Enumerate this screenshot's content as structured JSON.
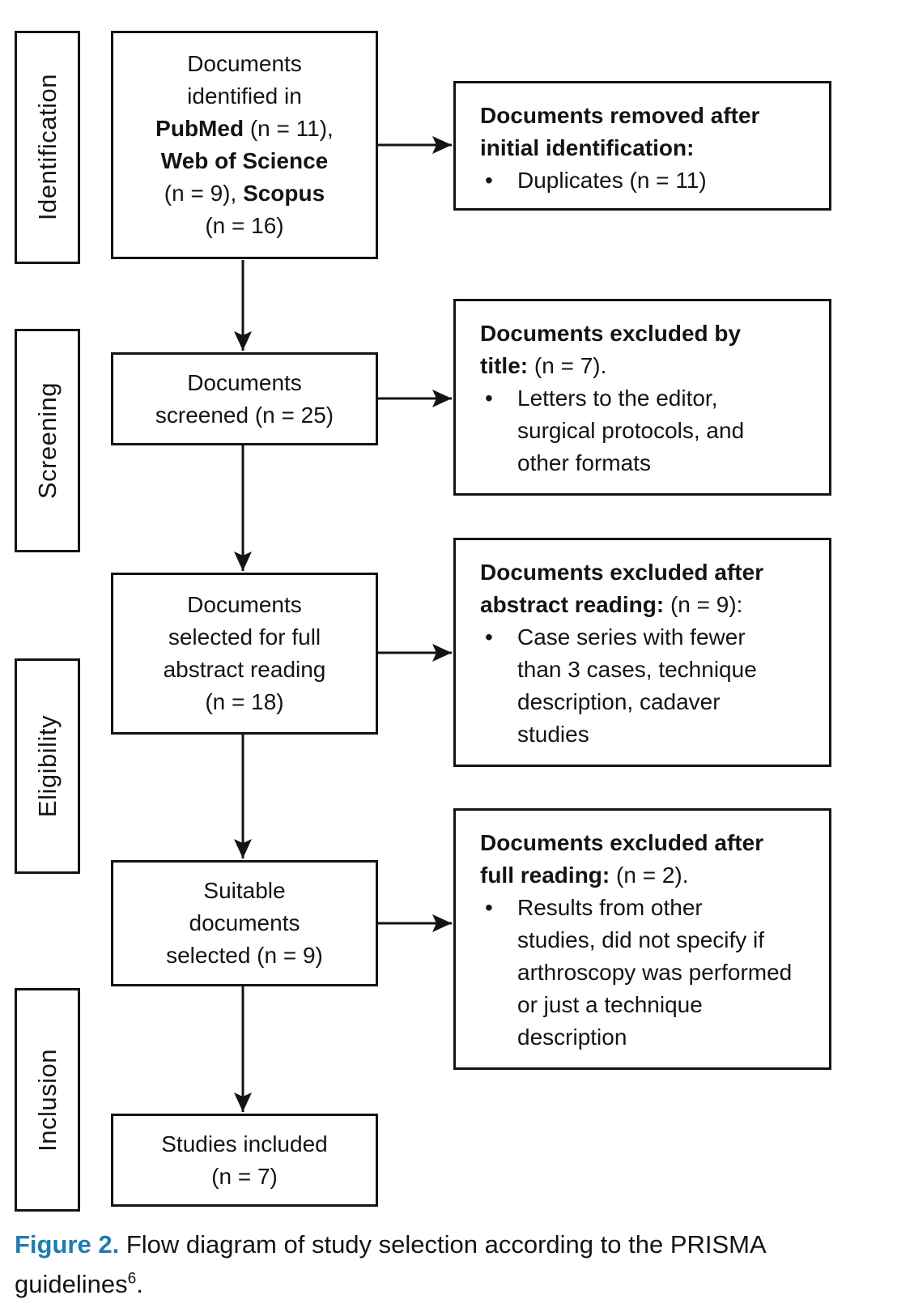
{
  "accent_color": "#1e7cb2",
  "stages": [
    {
      "label": "Identification"
    },
    {
      "label": "Screening"
    },
    {
      "label": "Eligibility"
    },
    {
      "label": "Inclusion"
    }
  ],
  "flow_boxes": [
    {
      "name": "documents-identified",
      "segments": [
        {
          "t": "Documents\nidentified in\n"
        },
        {
          "t": "PubMed",
          "b": true
        },
        {
          "t": " (n = 11),\n"
        },
        {
          "t": "Web of Science",
          "b": true
        },
        {
          "t": "\n(n = 9), "
        },
        {
          "t": "Scopus",
          "b": true
        },
        {
          "t": "\n(n = 16)"
        }
      ]
    },
    {
      "name": "documents-screened",
      "segments": [
        {
          "t": "Documents\nscreened (n = 25)"
        }
      ]
    },
    {
      "name": "documents-selected-full-abstract",
      "segments": [
        {
          "t": "Documents\nselected for full\nabstract reading\n(n = 18)"
        }
      ]
    },
    {
      "name": "suitable-documents-selected",
      "segments": [
        {
          "t": "Suitable\ndocuments\nselected (n = 9)"
        }
      ]
    },
    {
      "name": "studies-included",
      "segments": [
        {
          "t": "Studies included\n(n = 7)"
        }
      ]
    }
  ],
  "exclusion_boxes": [
    {
      "name": "removed-after-initial-identification",
      "title_segments": [
        {
          "t": "Documents removed after\ninitial identification:",
          "b": true
        }
      ],
      "bullets": [
        "Duplicates (n = 11)"
      ]
    },
    {
      "name": "excluded-by-title",
      "title_segments": [
        {
          "t": "Documents excluded by\ntitle:",
          "b": true
        },
        {
          "t": " (n = 7)."
        }
      ],
      "bullets": [
        "Letters to the editor,\nsurgical protocols, and\nother formats"
      ]
    },
    {
      "name": "excluded-after-abstract-reading",
      "title_segments": [
        {
          "t": "Documents excluded after\nabstract reading:",
          "b": true
        },
        {
          "t": " (n = 9):"
        }
      ],
      "bullets": [
        "Case series with fewer\nthan 3 cases, technique\ndescription, cadaver\nstudies"
      ]
    },
    {
      "name": "excluded-after-full-reading",
      "title_segments": [
        {
          "t": "Documents excluded after\nfull reading:",
          "b": true
        },
        {
          "t": " (n = 2)."
        }
      ],
      "bullets": [
        "Results from other\nstudies, did not specify if\narthroscopy was performed\nor just a technique\ndescription"
      ]
    }
  ],
  "caption": {
    "segments": [
      {
        "t": "Figure 2.",
        "b": true,
        "accent": true
      },
      {
        "t": " Flow diagram of study selection according to the PRISMA guidelines"
      },
      {
        "t": "6",
        "sup": true
      },
      {
        "t": "."
      }
    ]
  }
}
